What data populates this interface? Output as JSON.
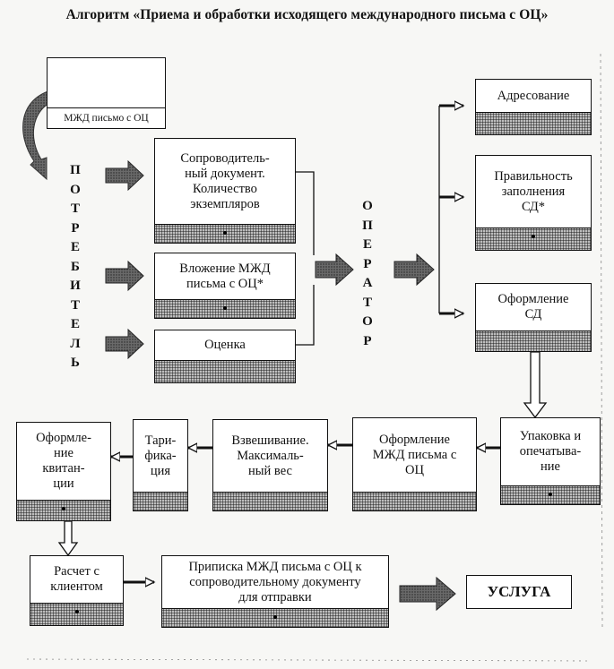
{
  "title": "Алгоритм «Приема и обработки исходящего международного письма с ОЦ»",
  "source_item": {
    "label": "МЖД письмо с ОЦ"
  },
  "consumer_vertical": [
    "П",
    "О",
    "Т",
    "Р",
    "Е",
    "Б",
    "И",
    "Т",
    "Е",
    "Л",
    "Ь"
  ],
  "operator_vertical": [
    "О",
    "П",
    "Е",
    "Р",
    "А",
    "Т",
    "О",
    "Р"
  ],
  "boxes": {
    "accompanying_doc": "Сопроводитель-\nный документ.\nКоличество\nэкземпляров",
    "attachment": "Вложение МЖД\nписьма с ОЦ*",
    "valuation": "Оценка",
    "addressing": "Адресование",
    "correctness": "Правильность\nзаполнения\nСД*",
    "sd_preparation": "Оформление\nСД",
    "packing": "Упаковка и\nопечатыва-\nние",
    "mzhd_preparation": "Оформление\nМЖД письма с\nОЦ",
    "weighing": "Взвешивание.\nМаксималь-\nный вес",
    "tariffing": "Тари-\nфика-\nция",
    "receipt": "Оформле-\nние\nквитан-\nции",
    "settlement": "Расчет с\nклиентом",
    "attach_to_doc": "Приписка МЖД письма с ОЦ к\nсопроводительному документу\nдля отправки"
  },
  "result": "УСЛУГА",
  "colors": {
    "band": "#9a9a9a",
    "line": "#111111",
    "arrow_fill": "#555555"
  }
}
